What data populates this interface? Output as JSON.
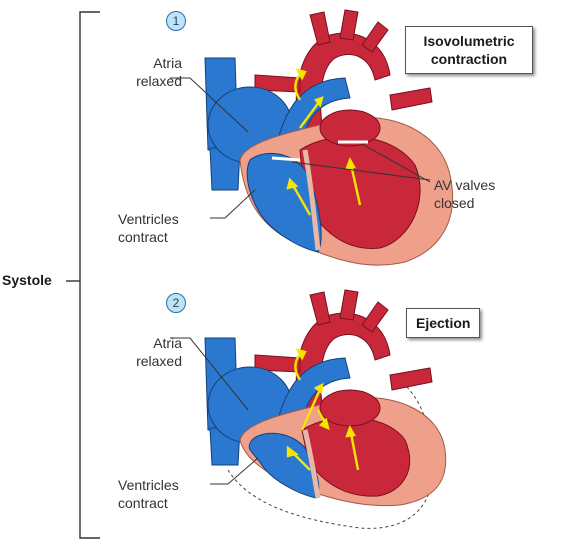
{
  "bracket_label": "Systole",
  "panels": [
    {
      "step": "1",
      "title_line1": "Isovolumetric",
      "title_line2": "contraction",
      "atria_line1": "Atria",
      "atria_line2": "relaxed",
      "ventricles_line1": "Ventricles",
      "ventricles_line2": "contract",
      "av_line1": "AV valves",
      "av_line2": "closed"
    },
    {
      "step": "2",
      "title_line1": "Ejection",
      "atria_line1": "Atria",
      "atria_line2": "relaxed",
      "ventricles_line1": "Ventricles",
      "ventricles_line2": "contract"
    }
  ],
  "colors": {
    "oxygenated": "#c8283a",
    "deoxygenated": "#2a78d0",
    "myocardium": "#eea08a",
    "flow_arrow": "#f5e600",
    "badge_fill": "#bfe2f6"
  }
}
